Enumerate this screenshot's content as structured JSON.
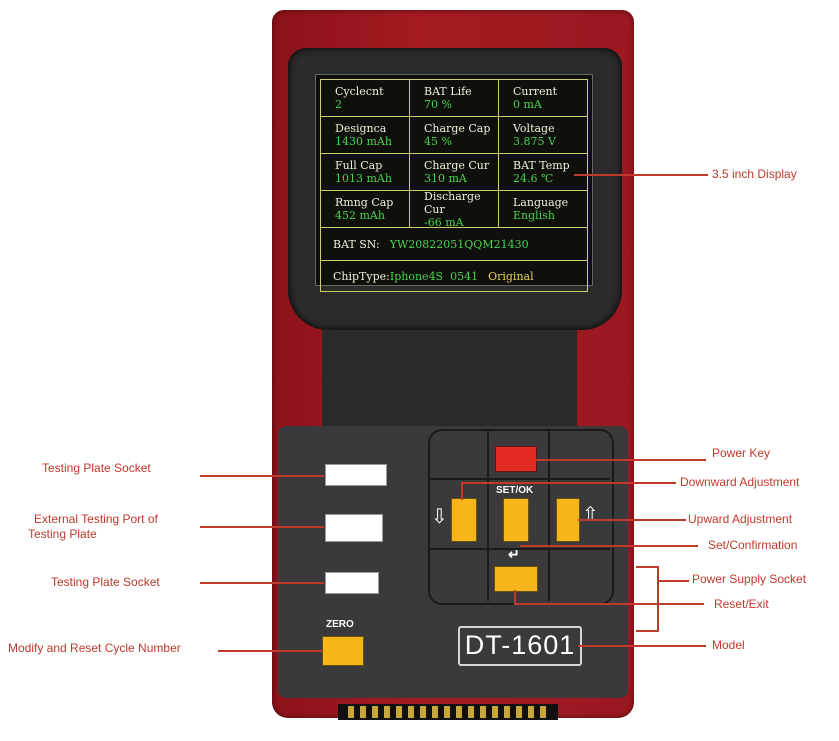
{
  "display": {
    "rows": [
      [
        {
          "label": "Cyclecnt",
          "value": "2"
        },
        {
          "label": "BAT Life",
          "value": "70 %"
        },
        {
          "label": "Current",
          "value": "0 mA"
        }
      ],
      [
        {
          "label": "Designca",
          "value": "1430 mAh"
        },
        {
          "label": "Charge Cap",
          "value": "45 %"
        },
        {
          "label": "Voltage",
          "value": "3.875 V"
        }
      ],
      [
        {
          "label": "Full Cap",
          "value": "1013 mAh"
        },
        {
          "label": "Charge Cur",
          "value": "310 mA"
        },
        {
          "label": "BAT Temp",
          "value": "24.6 ℃"
        }
      ],
      [
        {
          "label": "Rmng Cap",
          "value": "452 mAh"
        },
        {
          "label": "Discharge Cur",
          "value": "-66 mA"
        },
        {
          "label": "Language",
          "value": "English"
        }
      ]
    ],
    "bat_sn_label": "BAT SN:",
    "bat_sn_value": "YW20822051QQM21430",
    "chip_type_label": "ChipType:",
    "chip_type_value": "Iphone4S  0541",
    "chip_status": "Original"
  },
  "keypad": {
    "set_ok_label": "SET/OK",
    "down_arrow": "⇩",
    "up_arrow": "⇧",
    "back_arrow": "↵",
    "zero_label": "ZERO"
  },
  "model": "DT-1601",
  "callouts": {
    "display": "3.5 inch Display",
    "power_key": "Power Key",
    "downward": "Downward Adjustment",
    "upward": "Upward Adjustment",
    "set_confirm": "Set/Confirmation",
    "power_supply": "Power Supply Socket",
    "reset_exit": "Reset/Exit",
    "model": "Model",
    "testing_plate_socket_1": "Testing Plate Socket",
    "external_port_line1": "External Testing Port of",
    "external_port_line2": "Testing Plate",
    "testing_plate_socket_2": "Testing Plate Socket",
    "modify_reset": "Modify and Reset Cycle Number"
  },
  "colors": {
    "device_red": "#a51a22",
    "label_green": "#47d44f",
    "key_yellow": "#f6b61a",
    "power_red": "#e22a24",
    "callout_red": "#c0392b"
  }
}
